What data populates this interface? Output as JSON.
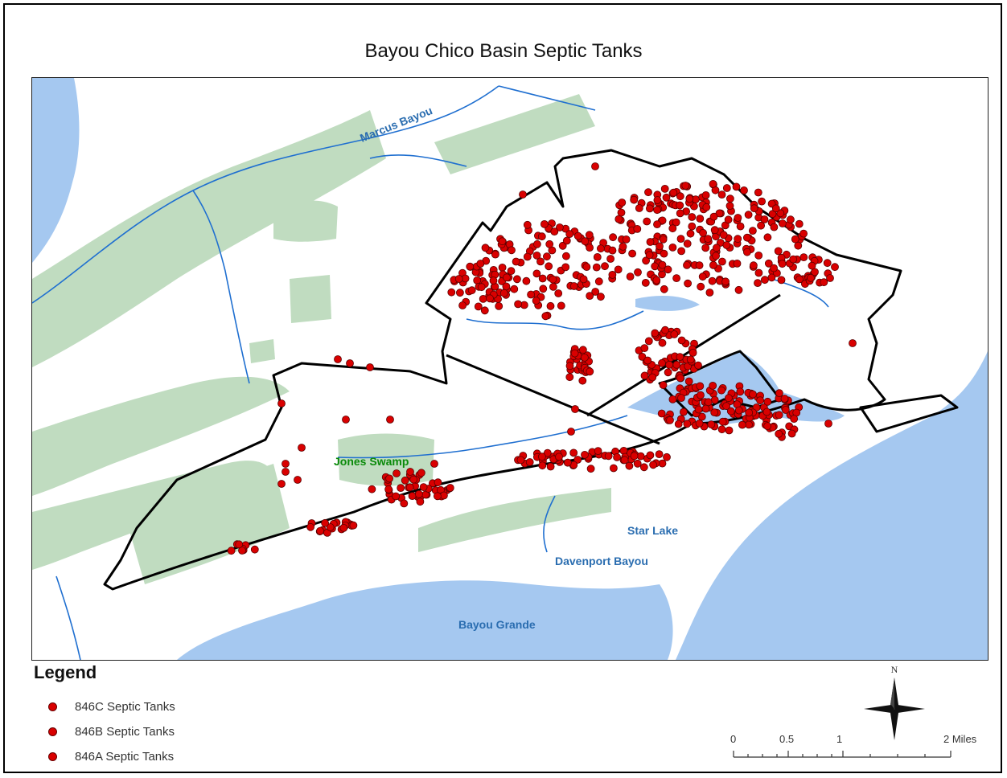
{
  "map": {
    "title": "Bayou Chico Basin Septic Tanks",
    "place_labels": [
      {
        "id": "marcus-bayou",
        "text": "Marcus Bayou",
        "color": "#2a6db0"
      },
      {
        "id": "jones-swamp",
        "text": "Jones Swamp",
        "color": "#0a8a0a"
      },
      {
        "id": "star-lake",
        "text": "Star Lake",
        "color": "#2a6db0"
      },
      {
        "id": "davenport-bayou",
        "text": "Davenport Bayou",
        "color": "#2a6db0"
      },
      {
        "id": "bayou-grande",
        "text": "Bayou Grande",
        "color": "#2a6db0"
      }
    ],
    "colors": {
      "water": "#a5c8f0",
      "wetland": "#c0dcc0",
      "stream": "#1f6fd0",
      "boundary": "#000000",
      "septic_tank": "#d90000"
    }
  },
  "legend": {
    "title": "Legend",
    "items": [
      {
        "label": "846C Septic Tanks",
        "color": "#d90000"
      },
      {
        "label": "846B Septic Tanks",
        "color": "#d90000"
      },
      {
        "label": "846A Septic Tanks",
        "color": "#d90000"
      }
    ]
  },
  "north_arrow": {
    "label": "N"
  },
  "scale_bar": {
    "labels": [
      "0",
      "0.5",
      "1",
      "2 Miles"
    ]
  }
}
